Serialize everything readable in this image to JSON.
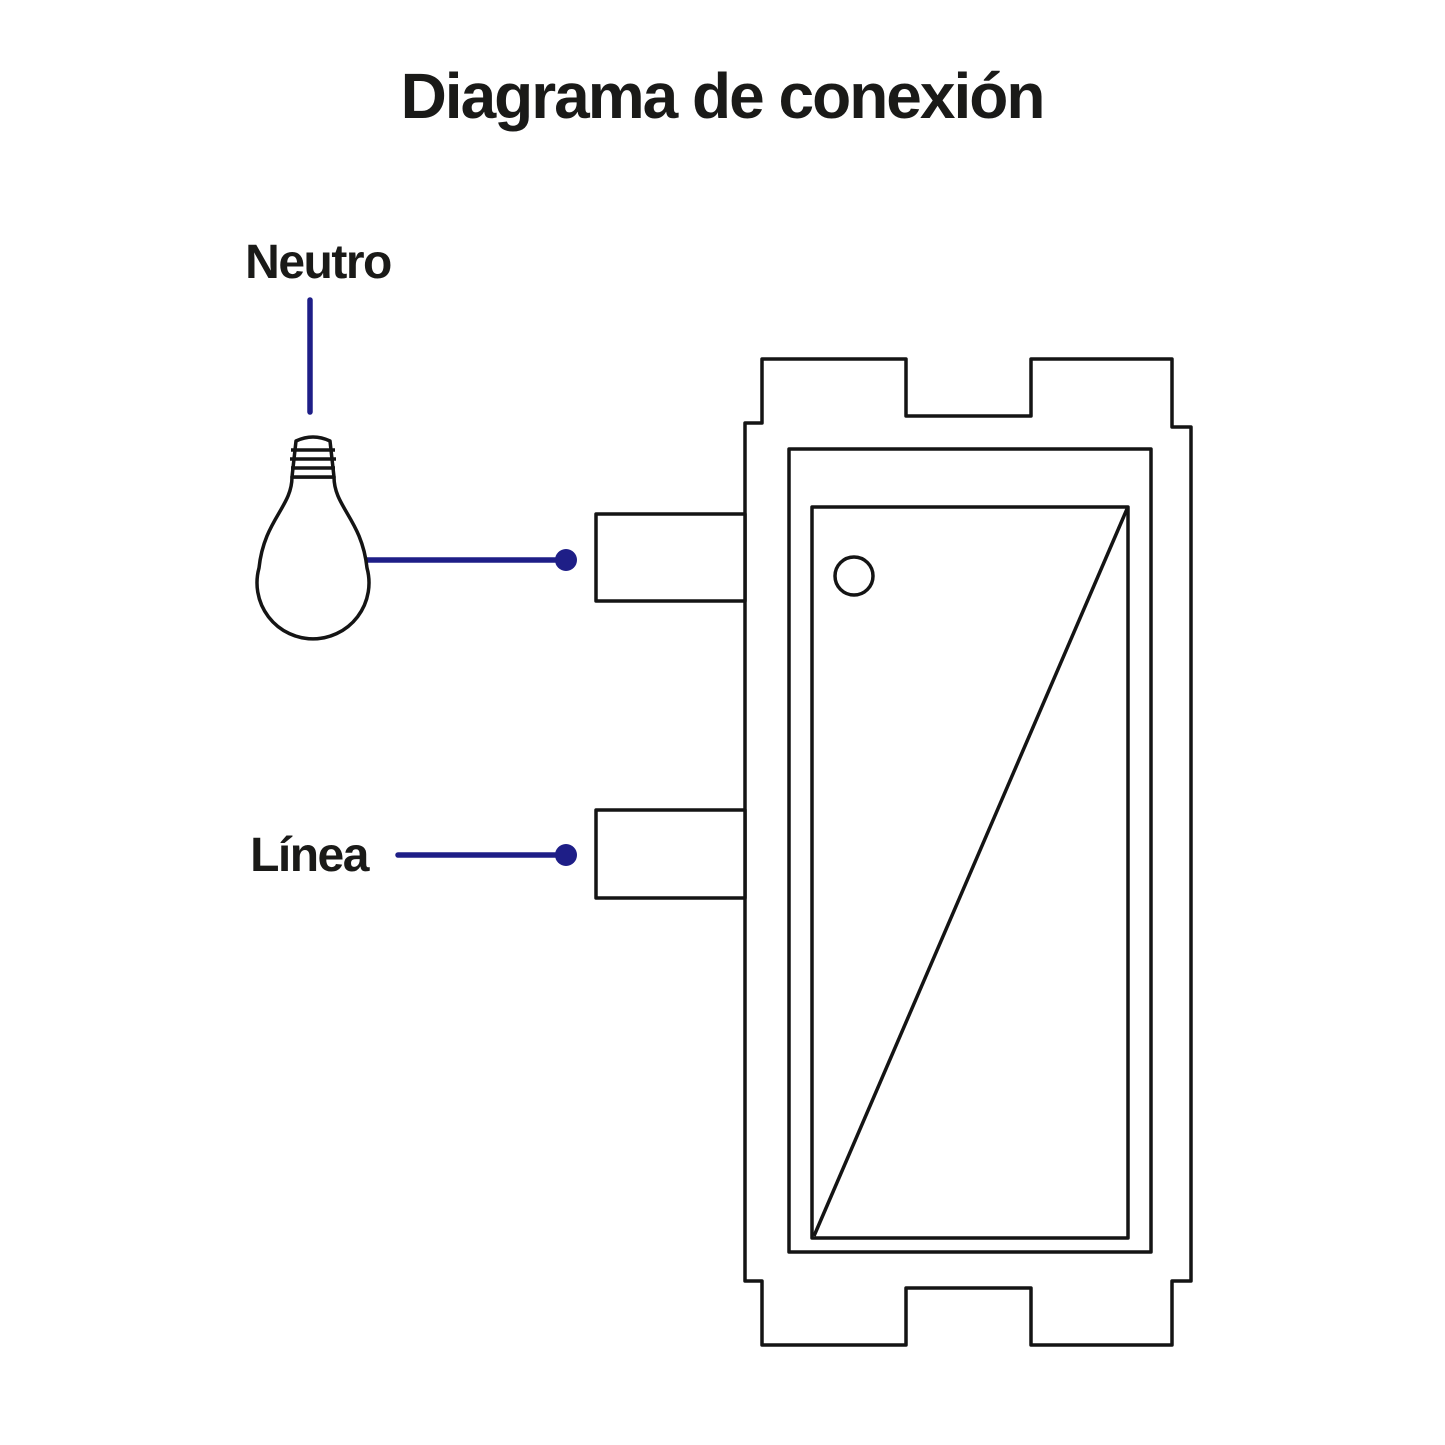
{
  "diagram": {
    "title": "Diagrama de conexión",
    "labels": {
      "neutro": "Neutro",
      "linea": "Línea"
    },
    "colors": {
      "wire": "#1E1E87",
      "outline": "#141414",
      "text": "#1A1A18",
      "background": "#FFFFFF"
    },
    "icons": {
      "bulb": "incandescent-light-bulb",
      "switch": "single-pole-switch-module",
      "dots": "wire-terminal-dot"
    }
  }
}
